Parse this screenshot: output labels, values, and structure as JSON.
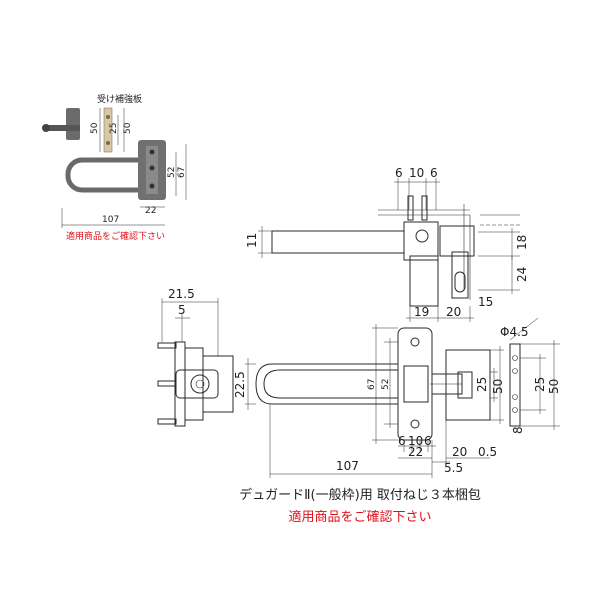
{
  "product_photo": {
    "receiver_plate_label": "受け補強板",
    "dim_50_left": "50",
    "dim_25": "25",
    "dim_50_plate": "50",
    "dim_52": "52",
    "dim_67": "67",
    "dim_22": "22",
    "dim_107": "107",
    "note": "適用商品をご確認下さい",
    "note_color": "#e0101a"
  },
  "side_view": {
    "top_6a": "6",
    "top_10": "10",
    "top_6b": "6",
    "dim_11": "11",
    "dim_18": "18",
    "dim_24": "24",
    "dim_15": "15",
    "dim_19": "19",
    "dim_20": "20"
  },
  "front_view": {
    "dim_21_5": "21.5",
    "dim_5": "5",
    "dim_22_5": "22.5",
    "dim_67": "67",
    "dim_52": "52",
    "dim_25": "25",
    "dim_50": "50",
    "phi_4_5": "Φ4.5",
    "plate_25": "25",
    "plate_50": "50",
    "dim_8": "8",
    "bottom_6a": "6",
    "bottom_10": "10",
    "bottom_6b": "6",
    "dim_22": "22",
    "dim_20": "20",
    "dim_0_5": "0.5",
    "dim_107": "107",
    "dim_5_5": "5.5"
  },
  "caption": {
    "title": "デュガードⅡ(一般枠)用  取付ねじ３本梱包",
    "note": "適用商品をご確認下さい",
    "note_color": "#e0101a"
  }
}
